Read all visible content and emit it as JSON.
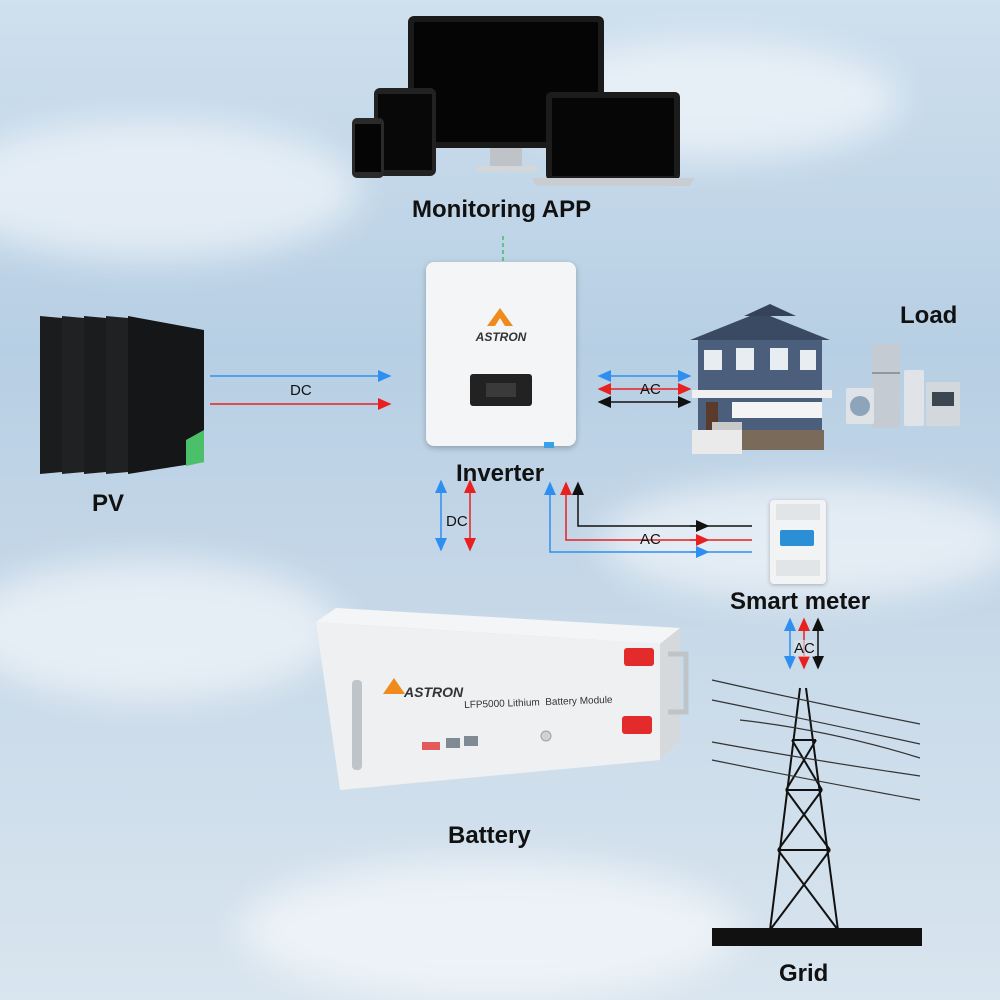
{
  "labels": {
    "monitoring": "Monitoring APP",
    "inverter": "Inverter",
    "pv": "PV",
    "load": "Load",
    "battery": "Battery",
    "smart_meter": "Smart meter",
    "grid": "Grid"
  },
  "flow_labels": {
    "pv_dc": "DC",
    "load_ac": "AC",
    "battery_dc": "DC",
    "meter_ac": "AC",
    "grid_ac": "AC"
  },
  "devices": {
    "inverter_brand": "ASTRON",
    "battery_brand": "ASTRON",
    "battery_model": "LFP5000 Lithium  Battery Module"
  },
  "colors": {
    "blue_flow": "#2f8ff0",
    "red_flow": "#e82020",
    "black_flow": "#111111",
    "comm_link": "#3cc06a",
    "brand_orange": "#f08a1a"
  }
}
